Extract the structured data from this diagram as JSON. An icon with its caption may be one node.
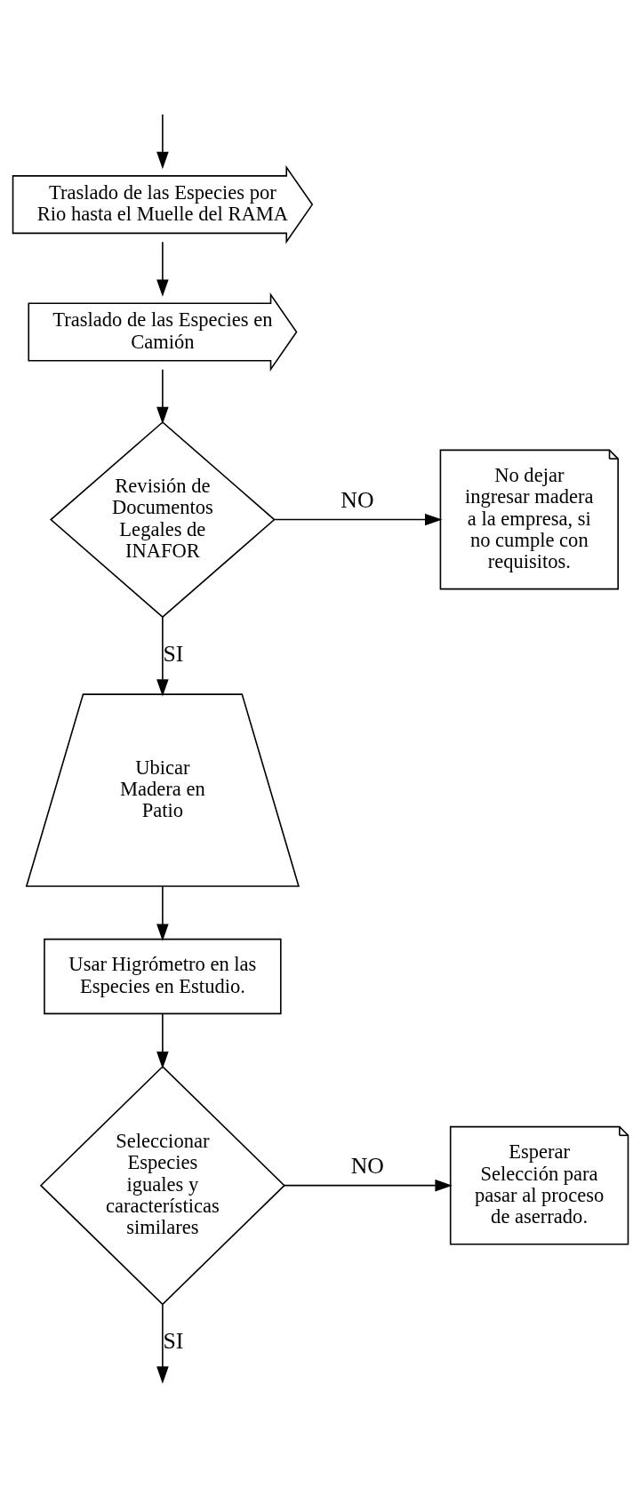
{
  "diagram": {
    "nodes": [
      {
        "text": [
          "Traslado de las Especies por Rio hasta el Muelle del RAMA"
        ]
      },
      {
        "text": [
          "Traslado de las Especies en Camión"
        ]
      },
      {
        "text": [
          "Revisión de Documentos Legales de INAFOR"
        ]
      },
      {
        "text": [
          "No dejar ingresar madera a la empresa, si no cumple con requisitos."
        ]
      },
      {
        "text": [
          "Ubicar Madera en Patio"
        ]
      },
      {
        "text": [
          "Usar Higrómetro en las Especies en Estudio."
        ]
      },
      {
        "text": [
          "Seleccionar Especies iguales y características similares"
        ]
      },
      {
        "text": [
          "Esperar Selección para pasar al proceso de aserrado."
        ]
      }
    ],
    "edges": [
      {
        "from": null,
        "to": 0,
        "arrow": "to"
      },
      {
        "from": 0,
        "to": 1,
        "arrow": "to"
      },
      {
        "from": 1,
        "to": 2,
        "arrow": "to"
      },
      {
        "from": 2,
        "to": 3,
        "arrow": "to",
        "label": "NO"
      },
      {
        "from": 2,
        "to": 4,
        "arrow": "to",
        "label": "SI"
      },
      {
        "from": 4,
        "to": 5,
        "arrow": "to"
      },
      {
        "from": 5,
        "to": 6,
        "arrow": "to"
      },
      {
        "from": 6,
        "to": 7,
        "arrow": "to",
        "label": "NO"
      },
      {
        "from": 6,
        "to": null,
        "arrow": "to",
        "label": "SI"
      }
    ]
  }
}
